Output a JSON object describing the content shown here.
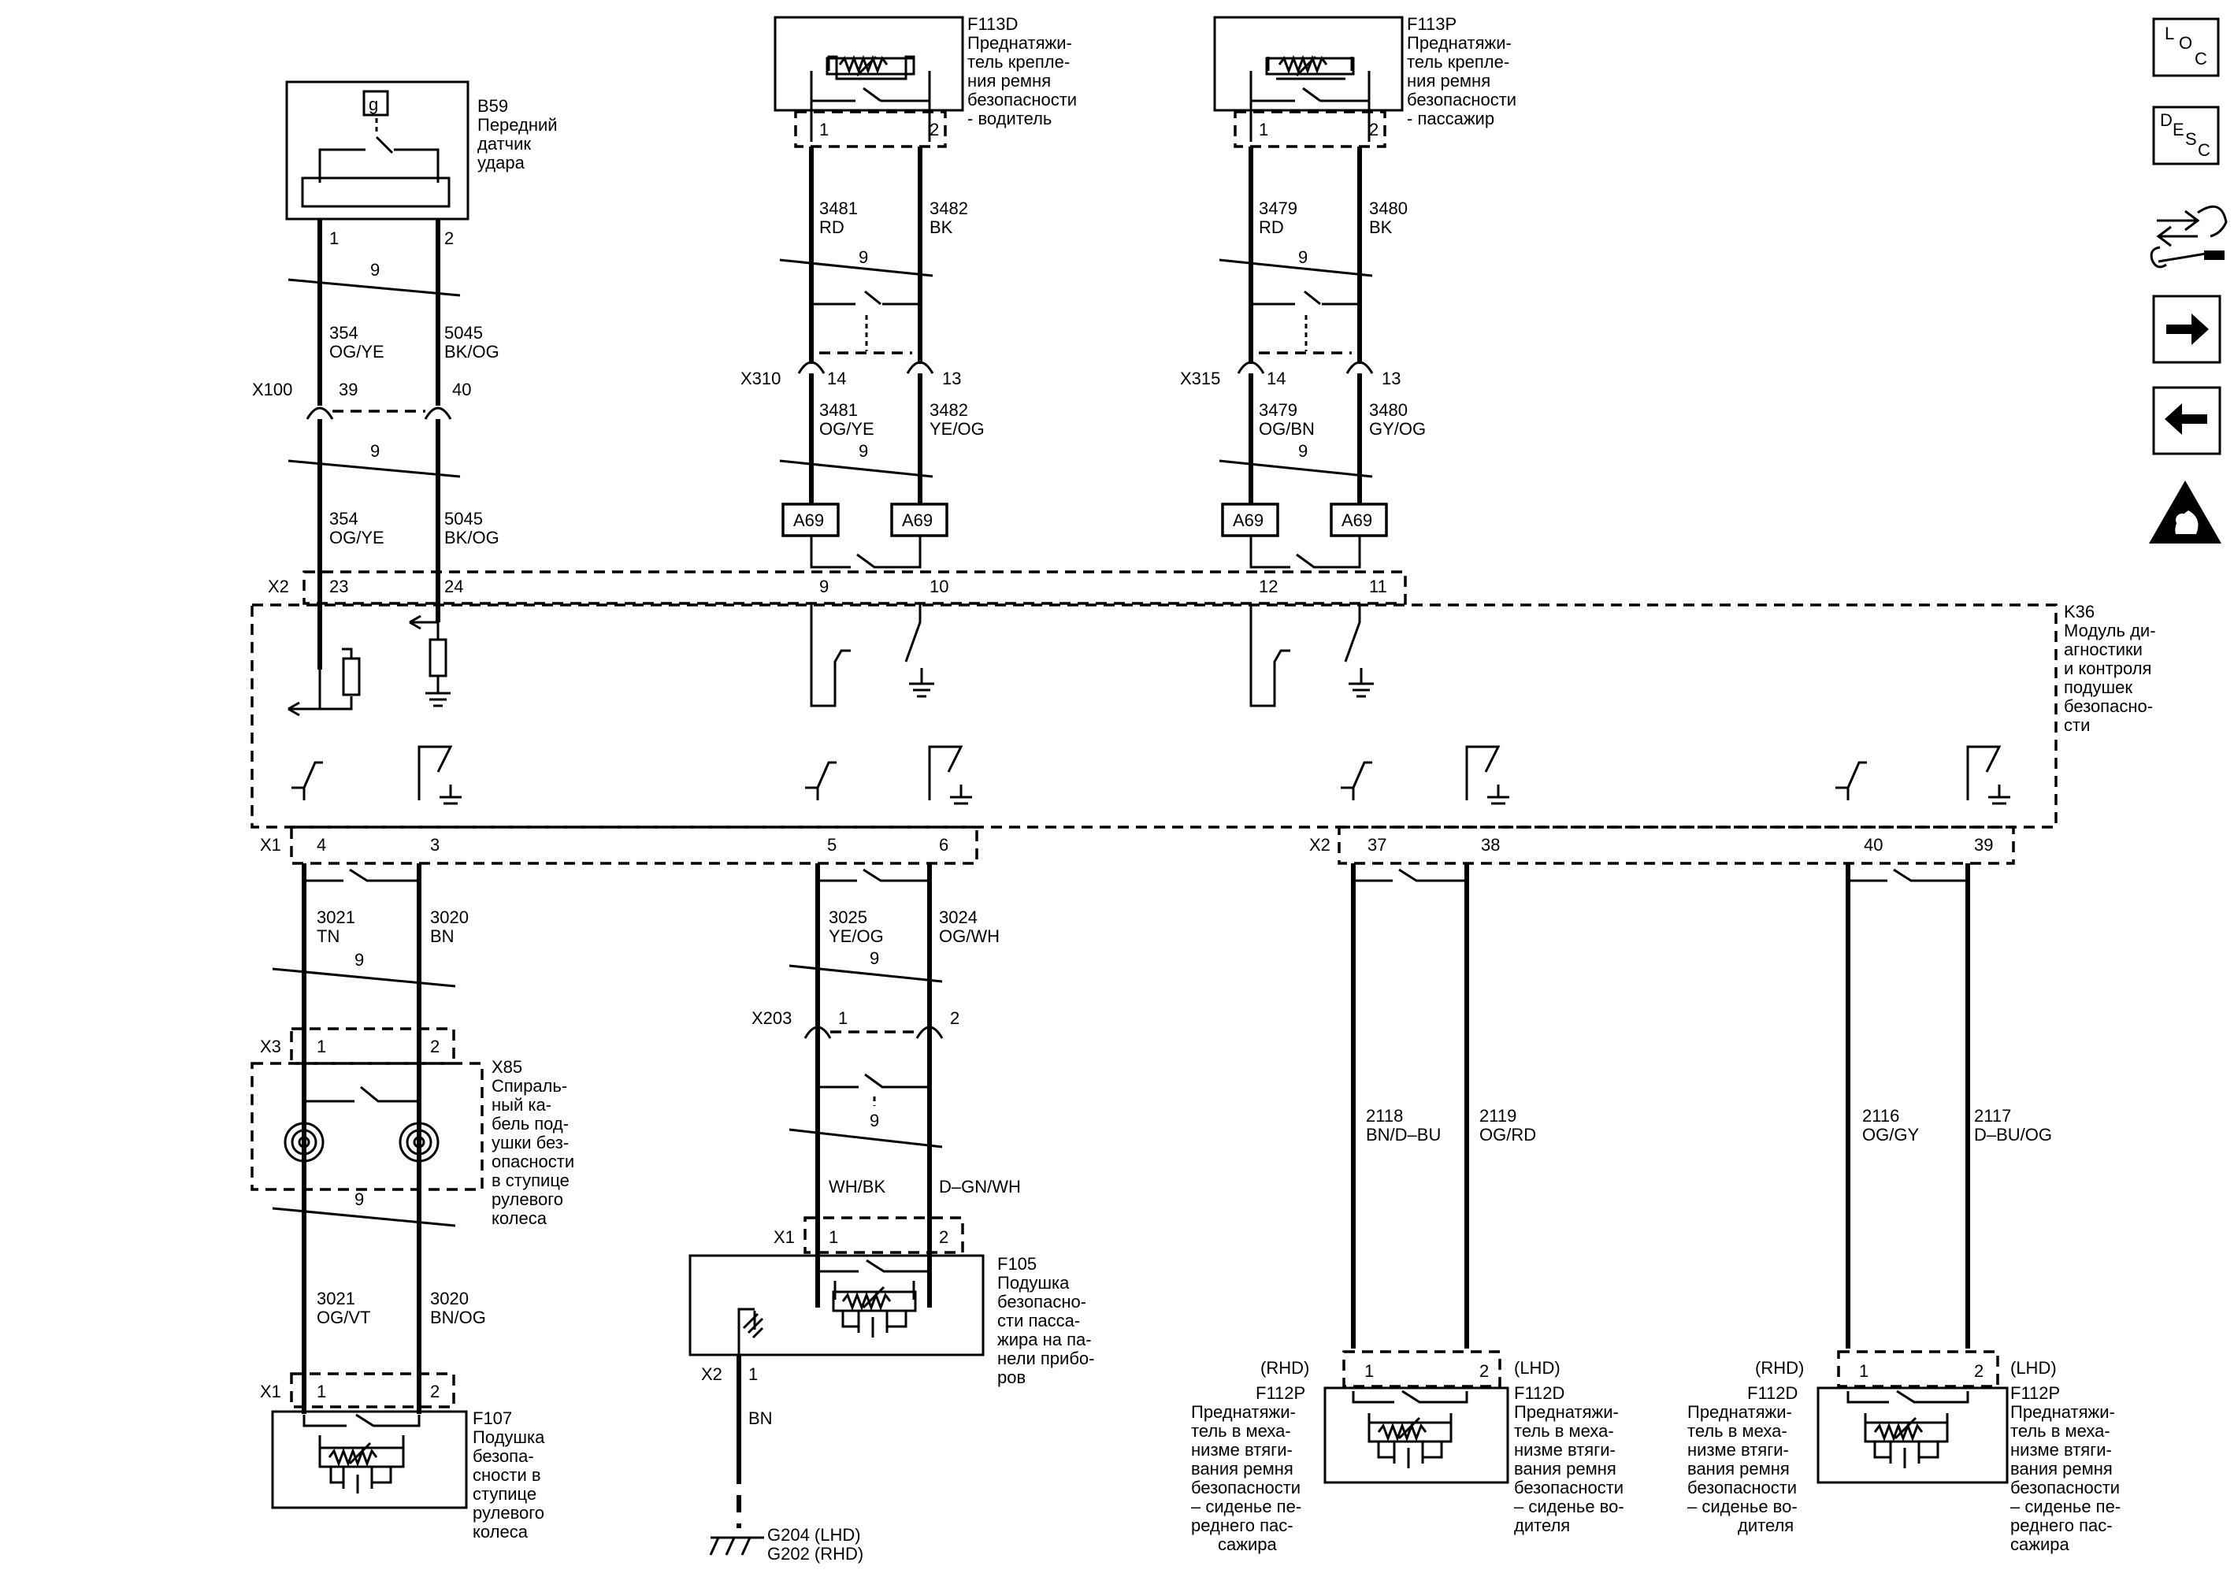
{
  "components": {
    "b59": {
      "ref": "B59",
      "lines": [
        "Передний",
        "датчик",
        "удара"
      ],
      "badge": "g",
      "pin1": "1",
      "pin2": "2"
    },
    "f113d": {
      "ref": "F113D",
      "lines": [
        "Преднатяжи-",
        "тель крепле-",
        "ния ремня",
        "безопасности",
        "- водитель"
      ],
      "pin1": "1",
      "pin2": "2"
    },
    "f113p": {
      "ref": "F113P",
      "lines": [
        "Преднатяжи-",
        "тель крепле-",
        "ния ремня",
        "безопасности",
        "- пассажир"
      ],
      "pin1": "1",
      "pin2": "2"
    },
    "k36": {
      "ref": "K36",
      "lines": [
        "Модуль ди-",
        "агностики",
        "и контроля",
        "подушек",
        "безопасно-",
        "сти"
      ]
    },
    "x85": {
      "ref": "X85",
      "lines": [
        "Спираль-",
        "ный ка-",
        "бель под-",
        "ушки без-",
        "опасности",
        "в ступице",
        "рулевого",
        "колеса"
      ]
    },
    "f107": {
      "ref": "F107",
      "lines": [
        "Подушка",
        "безопа-",
        "сности в",
        "ступице",
        "рулевого",
        "колеса"
      ]
    },
    "f105": {
      "ref": "F105",
      "lines": [
        "Подушка",
        "безопасно-",
        "сти пасса-",
        "жира на па-",
        "нели прибо-",
        "ров"
      ]
    },
    "f112p_a": {
      "ref": "F112P",
      "tag": "(RHD)",
      "lines": [
        "Преднатяжи-",
        "тель в меха-",
        "низме втяги-",
        "вания ремня",
        "безопасности",
        "– сиденье пе-",
        "реднего пас-",
        "сажира"
      ]
    },
    "f112d_a": {
      "ref": "F112D",
      "tag": "(LHD)",
      "lines": [
        "Преднатяжи-",
        "тель в меха-",
        "низме втяги-",
        "вания ремня",
        "безопасности",
        "– сиденье во-",
        "дителя"
      ]
    },
    "f112d_b": {
      "ref": "F112D",
      "tag": "(RHD)",
      "lines": [
        "Преднатяжи-",
        "тель в меха-",
        "низме втяги-",
        "вания ремня",
        "безопасности",
        "– сиденье во-",
        "дителя"
      ]
    },
    "f112p_b": {
      "ref": "F112P",
      "tag": "(LHD)",
      "lines": [
        "Преднатяжи-",
        "тель в меха-",
        "низме втяги-",
        "вания ремня",
        "безопасности",
        "– сиденье пе-",
        "реднего пас-",
        "сажира"
      ]
    },
    "ground": {
      "lines": [
        "G204 (LHD)",
        "G202 (RHD)"
      ]
    }
  },
  "connectors": {
    "x100": "X100",
    "x100_p1": "39",
    "x100_p2": "40",
    "x310": "X310",
    "x310_p1": "14",
    "x310_p2": "13",
    "x315": "X315",
    "x315_p1": "14",
    "x315_p2": "13",
    "x2_top": "X2",
    "x2_p23": "23",
    "x2_p24": "24",
    "x2_p9": "9",
    "x2_p10": "10",
    "x2_p12": "12",
    "x2_p11": "11",
    "x1_mid": "X1",
    "x1_p4": "4",
    "x1_p3": "3",
    "x1_p5": "5",
    "x1_p6": "6",
    "x2_mid": "X2",
    "x2_p37": "37",
    "x2_p38": "38",
    "x2_p40": "40",
    "x2_p39": "39",
    "x203": "X203",
    "x203_p1": "1",
    "x203_p2": "2",
    "x3": "X3",
    "x3_p1": "1",
    "x3_p2": "2",
    "x1_f107": "X1",
    "x1_f107_p1": "1",
    "x1_f107_p2": "2",
    "x1_f105": "X1",
    "x1_f105_p1": "1",
    "x1_f105_p2": "2",
    "x2_f105": "X2",
    "x2_f105_p1": "1",
    "f112_a_p1": "1",
    "f112_a_p2": "2",
    "f112_b_p1": "1",
    "f112_b_p2": "2"
  },
  "wires": {
    "w354a": [
      "354",
      "OG/YE"
    ],
    "w5045a": [
      "5045",
      "BK/OG"
    ],
    "w354b": [
      "354",
      "OG/YE"
    ],
    "w5045b": [
      "5045",
      "BK/OG"
    ],
    "w3481a": [
      "3481",
      "RD"
    ],
    "w3482a": [
      "3482",
      "BK"
    ],
    "w3481b": [
      "3481",
      "OG/YE"
    ],
    "w3482b": [
      "3482",
      "YE/OG"
    ],
    "w3479a": [
      "3479",
      "RD"
    ],
    "w3480a": [
      "3480",
      "BK"
    ],
    "w3479b": [
      "3479",
      "OG/BN"
    ],
    "w3480b": [
      "3480",
      "GY/OG"
    ],
    "w3021a": [
      "3021",
      "TN"
    ],
    "w3020a": [
      "3020",
      "BN"
    ],
    "w3021b": [
      "3021",
      "OG/VT"
    ],
    "w3020b": [
      "3020",
      "BN/OG"
    ],
    "w3025": [
      "3025",
      "YE/OG"
    ],
    "w3024": [
      "3024",
      "OG/WH"
    ],
    "wwhbk": [
      "",
      "WH/BK"
    ],
    "wdgnwh": [
      "",
      "D–GN/WH"
    ],
    "w2118": [
      "2118",
      "BN/D–BU"
    ],
    "w2119": [
      "2119",
      "OG/RD"
    ],
    "w2116": [
      "2116",
      "OG/GY"
    ],
    "w2117": [
      "2117",
      "D–BU/OG"
    ],
    "wbn": [
      "",
      "BN"
    ]
  },
  "twist": "9",
  "a69": "A69",
  "sidebar": {
    "loc": [
      "L",
      "O",
      "C"
    ],
    "desc": [
      "D",
      "E",
      "S",
      "C"
    ]
  }
}
